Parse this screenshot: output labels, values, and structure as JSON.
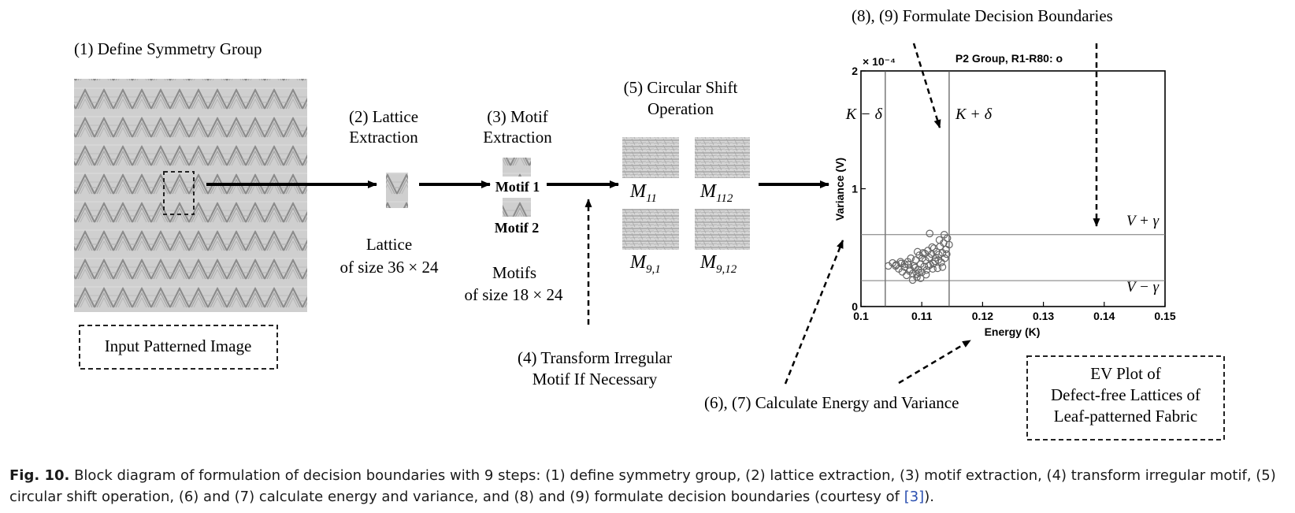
{
  "steps": {
    "s1": "(1) Define Symmetry Group",
    "s2_line1": "(2) Lattice",
    "s2_line2": "Extraction",
    "s3_line1": "(3) Motif",
    "s3_line2": "Extraction",
    "s4_line1": "(4) Transform Irregular",
    "s4_line2": "Motif If Necessary",
    "s5_line1": "(5) Circular Shift",
    "s5_line2": "Operation",
    "s67": "(6), (7) Calculate Energy and Variance",
    "s89": "(8), (9) Formulate Decision Boundaries"
  },
  "input_box_label": "Input Patterned Image",
  "lattice": {
    "line1": "Lattice",
    "line2": "of size 36 × 24"
  },
  "motifs": {
    "motif1": "Motif 1",
    "motif2": "Motif 2",
    "line1": "Motifs",
    "line2": "of size 18 × 24"
  },
  "shift_labels": {
    "m11": {
      "base": "M",
      "sub": "11"
    },
    "m112": {
      "base": "M",
      "sub": "112"
    },
    "m91": {
      "base": "M",
      "sub": "9,1"
    },
    "m912": {
      "base": "M",
      "sub": "9,12"
    }
  },
  "ev_box": {
    "line1": "EV Plot of",
    "line2": "Defect-free Lattices of",
    "line3": "Leaf-patterned Fabric"
  },
  "caption": {
    "label": "Fig. 10.",
    "text": "Block diagram of formulation of decision boundaries with 9 steps: (1) define symmetry group, (2) lattice extraction, (3) motif extraction, (4) transform irregular motif, (5) circular shift operation, (6) and (7) calculate energy and variance, and (8) and (9) formulate decision boundaries (courtesy of ",
    "ref": "[3]",
    "end": ")."
  },
  "chart_data": {
    "type": "scatter",
    "title": "P2 Group, R1-R80: o",
    "xlabel": "Energy (K)",
    "ylabel": "Variance (V)",
    "xlim": [
      0.1,
      0.15
    ],
    "ylim": [
      0,
      0.0002
    ],
    "y_multiplier": "× 10⁻⁴",
    "xticks": [
      "0.1",
      "0.11",
      "0.12",
      "0.13",
      "0.14",
      "0.15"
    ],
    "yticks": [
      "0",
      "1",
      "2"
    ],
    "ytick_values": [
      0,
      0.0001,
      0.0002
    ],
    "xtick_values": [
      0.1,
      0.11,
      0.12,
      0.13,
      0.14,
      0.15
    ],
    "vlines": [
      {
        "x": 0.104,
        "label": "K − δ"
      },
      {
        "x": 0.1145,
        "label": "K + δ"
      }
    ],
    "hlines": [
      {
        "y": 6.1e-05,
        "label": "V + γ"
      },
      {
        "y": 2.2e-05,
        "label": "V − γ"
      }
    ],
    "grid": false,
    "marker": "open-circle",
    "points": [
      [
        0.1045,
        3.45e-05
      ],
      [
        0.1052,
        3.7e-05
      ],
      [
        0.1058,
        3.55e-05
      ],
      [
        0.1062,
        3.2e-05
      ],
      [
        0.1065,
        3.8e-05
      ],
      [
        0.1068,
        2.95e-05
      ],
      [
        0.1072,
        3.35e-05
      ],
      [
        0.1075,
        2.65e-05
      ],
      [
        0.1078,
        3.55e-05
      ],
      [
        0.108,
        3e-05
      ],
      [
        0.1082,
        4.1e-05
      ],
      [
        0.1085,
        2.8e-05
      ],
      [
        0.1087,
        3.45e-05
      ],
      [
        0.109,
        3.95e-05
      ],
      [
        0.1092,
        2.5e-05
      ],
      [
        0.1094,
        3.15e-05
      ],
      [
        0.1096,
        4.35e-05
      ],
      [
        0.1098,
        3.6e-05
      ],
      [
        0.11,
        2.9e-05
      ],
      [
        0.1102,
        4.55e-05
      ],
      [
        0.1104,
        3.4e-05
      ],
      [
        0.1106,
        3.9e-05
      ],
      [
        0.1108,
        3.1e-05
      ],
      [
        0.111,
        4.75e-05
      ],
      [
        0.1112,
        4.15e-05
      ],
      [
        0.1114,
        3.55e-05
      ],
      [
        0.1116,
        4.45e-05
      ],
      [
        0.1118,
        3.2e-05
      ],
      [
        0.112,
        4.95e-05
      ],
      [
        0.1122,
        3.85e-05
      ],
      [
        0.1124,
        4.65e-05
      ],
      [
        0.1126,
        3.25e-05
      ],
      [
        0.1128,
        4.4e-05
      ],
      [
        0.113,
        5.1e-05
      ],
      [
        0.1132,
        3.75e-05
      ],
      [
        0.1134,
        4.55e-05
      ],
      [
        0.1136,
        5.4e-05
      ],
      [
        0.1138,
        4.1e-05
      ],
      [
        0.114,
        4.85e-05
      ],
      [
        0.1142,
        5.8e-05
      ],
      [
        0.1113,
        6.2e-05
      ],
      [
        0.1092,
        2.75e-05
      ],
      [
        0.1066,
        3.65e-05
      ],
      [
        0.1085,
        2.25e-05
      ],
      [
        0.1095,
        2.9e-05
      ],
      [
        0.1107,
        2.7e-05
      ],
      [
        0.1119,
        3.65e-05
      ],
      [
        0.1127,
        3.95e-05
      ],
      [
        0.1101,
        4.1e-05
      ],
      [
        0.1077,
        3.8e-05
      ],
      [
        0.1089,
        3.3e-05
      ],
      [
        0.1098,
        2.4e-05
      ],
      [
        0.1111,
        3.45e-05
      ],
      [
        0.1123,
        4.15e-05
      ],
      [
        0.1134,
        3.35e-05
      ],
      [
        0.1141,
        4.45e-05
      ],
      [
        0.1081,
        3.15e-05
      ],
      [
        0.1072,
        3.6e-05
      ],
      [
        0.1105,
        4.5e-05
      ],
      [
        0.1117,
        5.05e-05
      ],
      [
        0.1129,
        5.65e-05
      ],
      [
        0.1137,
        6.1e-05
      ],
      [
        0.1145,
        5.25e-05
      ],
      [
        0.1093,
        4.65e-05
      ],
      [
        0.1057,
        3.45e-05
      ]
    ]
  }
}
